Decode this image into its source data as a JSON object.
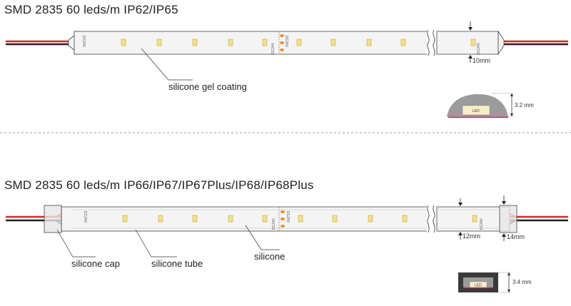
{
  "strip1": {
    "title": "SMD 2835 60 leds/m IP62/IP65",
    "coating_label": "silicone gel coating",
    "voltage_mark": "DC24V",
    "width_label": "10mm",
    "section": {
      "height_label": "3.2 mm",
      "led_label": "LED"
    }
  },
  "strip2": {
    "title": "SMD 2835 60 leds/m IP66/IP67/IP67Plus/IP68/IP68Plus",
    "cap_label": "silicone cap",
    "tube_label": "silicone tube",
    "silicone_label": "silicone",
    "voltage_mark": "DC24V",
    "width_label": "12mm",
    "cap_width_label": "14mm",
    "section": {
      "height_label": "3.4 mm",
      "led_label": "LED"
    }
  },
  "colors": {
    "wire_red": "#d42a2a",
    "wire_black": "#222222",
    "led": "#f2e08a",
    "strip_fill": "#f4f4f4",
    "section_fill": "#9b9b9b",
    "base_line": "#c0306a"
  }
}
